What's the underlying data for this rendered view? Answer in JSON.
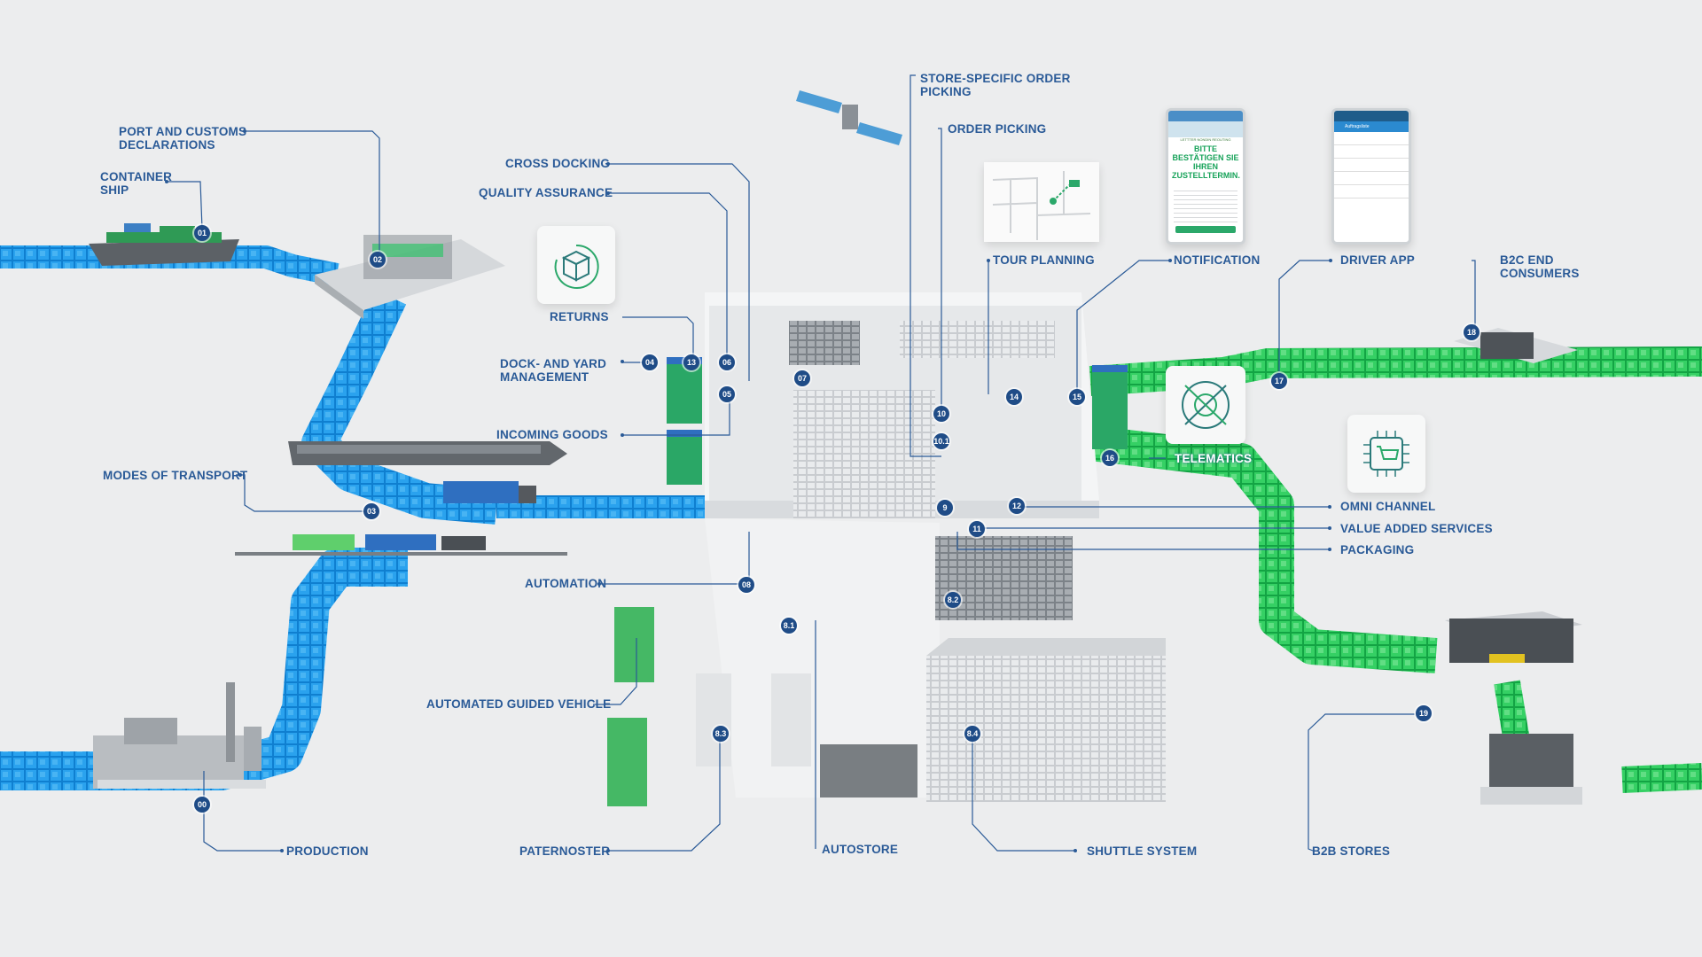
{
  "labels": {
    "port_customs": "PORT AND CUSTOMS\nDECLARATIONS",
    "container_ship": "CONTAINER\nSHIP",
    "cross_docking": "CROSS DOCKING",
    "quality_assurance": "QUALITY ASSURANCE",
    "returns": "RETURNS",
    "dock_yard": "DOCK- AND YARD\nMANAGEMENT",
    "incoming_goods": "INCOMING GOODS",
    "modes_transport": "MODES OF TRANSPORT",
    "automation": "AUTOMATION",
    "agv": "AUTOMATED GUIDED VEHICLE",
    "paternoster": "PATERNOSTER",
    "production": "PRODUCTION",
    "autostore": "AUTOSTORE",
    "shuttle_system": "SHUTTLE SYSTEM",
    "store_specific": "STORE-SPECIFIC ORDER\nPICKING",
    "order_picking": "ORDER PICKING",
    "tour_planning": "TOUR PLANNING",
    "notification": "NOTIFICATION",
    "driver_app": "DRIVER APP",
    "b2c": "B2C END\nCONSUMERS",
    "telematics": "TELEMATICS",
    "omni_channel": "OMNI CHANNEL",
    "value_added": "VALUE ADDED SERVICES",
    "packaging": "PACKAGING",
    "b2b": "B2B STORES"
  },
  "badges": {
    "b00": "00",
    "b01": "01",
    "b02": "02",
    "b03": "03",
    "b04": "04",
    "b05": "05",
    "b06": "06",
    "b07": "07",
    "b08": "08",
    "b81": "8.1",
    "b82": "8.2",
    "b83": "8.3",
    "b84": "8.4",
    "b09": "9",
    "b10": "10",
    "b101": "10.1",
    "b11": "11",
    "b12": "12",
    "b13": "13",
    "b14": "14",
    "b15": "15",
    "b16": "16",
    "b17": "17",
    "b18": "18",
    "b19": "19"
  },
  "notification_phone": {
    "header": "LETTTER NONDIN REOUTING",
    "message": "BITTE\nBESTÄTIGEN SIE\nIHREN\nZUSTELLTERMIN."
  },
  "driver_phone": {
    "title": "Auftragsliste"
  },
  "colors": {
    "label": "#2a5a97",
    "badge": "#1f4c87",
    "blue_flow": "#1f8ed8",
    "green_flow": "#2ecc5a",
    "background": "#ecedee"
  },
  "icons": [
    "box-return-icon",
    "telematics-icon",
    "omni-channel-icon",
    "satellite-icon",
    "map-pin-icon"
  ]
}
